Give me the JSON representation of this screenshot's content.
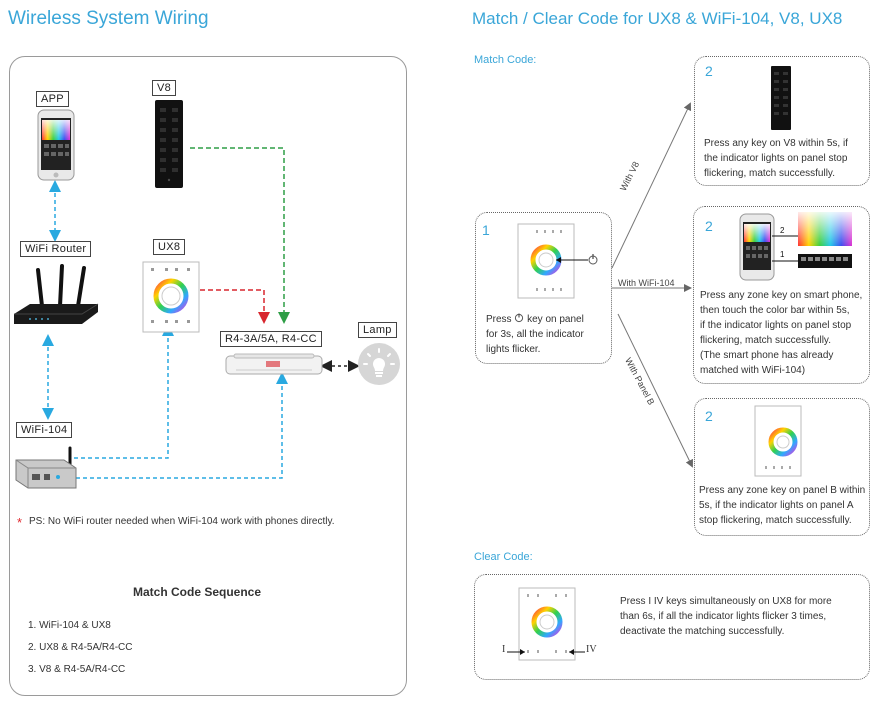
{
  "left": {
    "title": "Wireless System Wiring",
    "labels": {
      "app": "APP",
      "v8": "V8",
      "wifi_router": "WiFi Router",
      "ux8": "UX8",
      "r4": "R4-3A/5A, R4-CC",
      "lamp": "Lamp",
      "wifi104": "WiFi-104"
    },
    "ps_star": "*",
    "ps_note": "PS: No WiFi  router needed when WiFi-104 work with phones directly.",
    "sequence_title": "Match Code Sequence",
    "sequence": [
      "1. WiFi-104 & UX8",
      "2. UX8 & R4-5A/R4-CC",
      "3. V8 & R4-5A/R4-CC"
    ]
  },
  "right": {
    "title": "Match / Clear Code for UX8 & WiFi-104, V8, UX8",
    "match_label": "Match Code:",
    "clear_label": "Clear Code:",
    "step1": {
      "num": "1",
      "panel_letter": "A",
      "text_before": "Press",
      "text_after": "key on panel",
      "text_rest": [
        "for 3s, all the indicator",
        "lights flicker."
      ]
    },
    "branches": [
      "With V8",
      "With WiFi-104",
      "With Panel B"
    ],
    "step2_v8": {
      "num": "2",
      "lines": [
        "Press any key on V8 within 5s, if",
        "the indicator lights on panel stop",
        "flickering, match successfully."
      ]
    },
    "step2_wifi": {
      "num": "2",
      "marker1": "2",
      "marker2": "1",
      "lines": [
        "Press any zone key on smart phone,",
        "then touch the color bar within 5s,",
        "if the indicator lights on panel stop",
        "flickering, match successfully.",
        "(The smart phone has already",
        "matched with WiFi-104)"
      ]
    },
    "step2_panelb": {
      "num": "2",
      "panel_letter": "B",
      "lines": [
        "Press any zone key on panel B within",
        "5s, if the indicator lights on panel A",
        "stop flickering, match successfully."
      ]
    },
    "clear": {
      "key_left": "I",
      "key_right": "IV",
      "lines": [
        "Press  I  IV  keys simultaneously on UX8 for more",
        "than 6s, if all the indicator lights flicker 3 times,",
        "deactivate the matching successfully."
      ]
    }
  },
  "colors": {
    "accent": "#3aa6d8",
    "wire_blue": "#29a9e0",
    "wire_green": "#2e9e46",
    "wire_red": "#d8262e",
    "star": "#e0282e"
  }
}
